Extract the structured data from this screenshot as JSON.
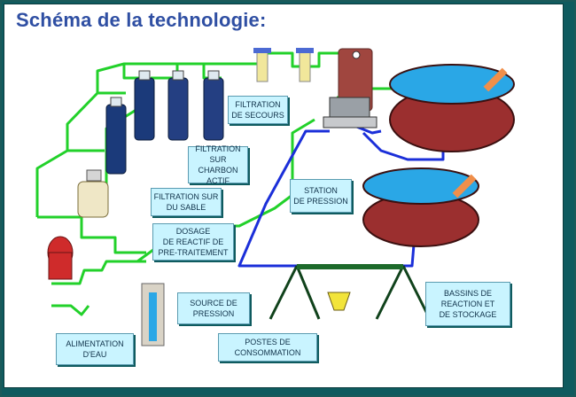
{
  "title": "Schéma de la technologie:",
  "labels": {
    "filtration_secours": "FILTRATION\nDE SECOURS",
    "filtration_charbon": "FILTRATION\nSUR CHARBON\nACTIF",
    "filtration_sable": "FILTRATION SUR\nDU SABLE",
    "station_pression": "STATION\nDE PRESSION",
    "dosage": "DOSAGE\nDE REACTIF DE\nPRE-TRAITEMENT",
    "source_pression": "SOURCE DE\nPRESSION",
    "postes": "POSTES DE\nCONSOMMATION",
    "bassins": "BASSINS DE\nREACTION ET\nDE STOCKAGE",
    "alimentation": "ALIMENTATION\nD'EAU"
  },
  "colors": {
    "frame": "#0f5b5f",
    "title": "#2f4fa3",
    "label_bg": "#c9f4ff",
    "green_pipe": "#22d12a",
    "blue_pipe": "#1b2fd9",
    "basin_red": "#9b2f2f",
    "basin_water": "#2aa7e6"
  }
}
